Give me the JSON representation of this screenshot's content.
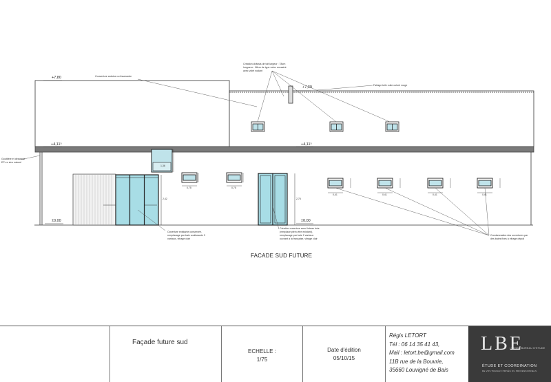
{
  "drawing": {
    "title": "FACADE SUD FUTURE",
    "levels": {
      "ridge_left": "+7,80",
      "ridge_right": "+7,30",
      "eave_left": "+4,11⁵",
      "eave_right": "+4,11⁵",
      "ground_left": "±0,00",
      "ground_right": "±0,00"
    },
    "annotations": {
      "roof_cover": "Couverture ardoise ou tisserande",
      "skylight_1": "Création châssis de toit largeur : 78cm",
      "skylight_2": "longueur : 98cm de type velux encastré",
      "skylight_3": "avec volet roulant",
      "ridge_tile": "Faîtage tuile cuite coloré rouge",
      "gutter_1": "Gouttière et descente",
      "gutter_2": "EP en zinc naturel",
      "slide_1": "Ouverture existante conservée,",
      "slide_2": "remplacage par baie coulissante 3",
      "slide_3": "vantaux, vitrage clair",
      "door_1": "Création ouverture avec linteau bois",
      "door_2": "(remplace plein vitre existant),",
      "door_3": "remplacage par baie 2 vantaux",
      "door_4": "ouvrant à la française, vitrage clair",
      "cond_1": "Condamnation des ouvertures par",
      "cond_2": "des baies fixes à vitrage dépoli"
    },
    "dims": {
      "w1": "0,75",
      "w2": "0,75",
      "w3": "0,41",
      "w4": "0,41",
      "w5": "0,41",
      "w6": "0,41",
      "bay": "1,36",
      "h_big": "2,42",
      "h_door": "2,75"
    }
  },
  "titleblock": {
    "project": "Façade future sud",
    "scale_label": "ECHELLE :",
    "scale_value": "1/75",
    "date_label": "Date d'édition",
    "date_value": "05/10/15",
    "contact": {
      "name": "Régis LETORT",
      "tel": "Tél : 06 14 35 41 43,",
      "mail": "Mail : letort.be@gmail.com",
      "address": "11B rue de la Bouvrie,",
      "city": "35660 Louvigné de Bais"
    },
    "logo": {
      "mark": "LBE",
      "tagline": "LETORT BUREAU D'ETUDE",
      "subtitle": "ÉTUDE ET COORDINATION",
      "subtitle2": "DE VOS TRAVAUX PRIVÉS OU PROFESSIONNELS"
    }
  },
  "colors": {
    "glass": "#a8dde6",
    "frame": "#333333",
    "logo_bg": "#3a3a3a"
  }
}
